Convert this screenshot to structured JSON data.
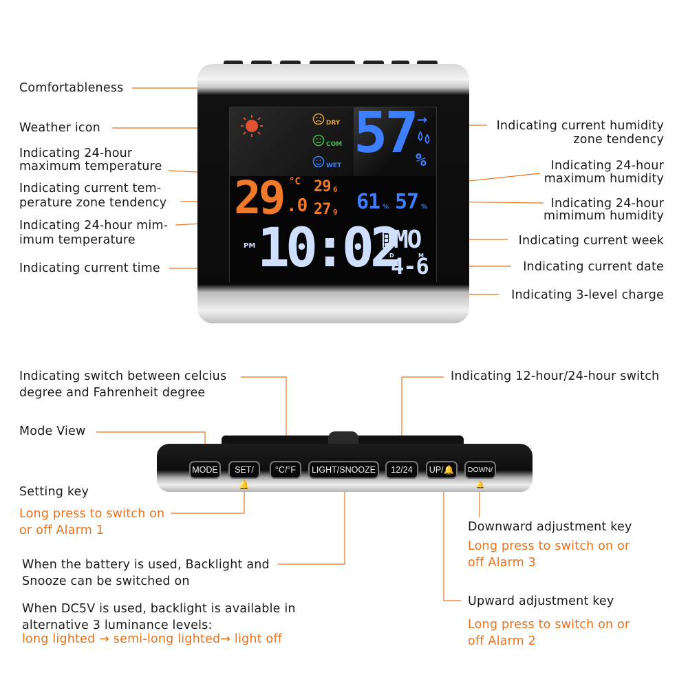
{
  "top_labels_left": {
    "comfortableness": "Comfortableness",
    "weather_icon": "Weather icon",
    "max_temp_1": "Indicating 24-hour",
    "max_temp_2": "maximum temperature",
    "temp_tendency_1": "Indicating current tem-",
    "temp_tendency_2": "perature zone tendency",
    "min_temp_1": "Indicating 24-hour mim-",
    "min_temp_2": "imum temperature",
    "current_time": "Indicating current time"
  },
  "top_labels_right": {
    "humidity_tendency_1": "Indicating current humidity",
    "humidity_tendency_2": "zone tendency",
    "max_humidity_1": "Indicating 24-hour",
    "max_humidity_2": "maximum humidity",
    "min_humidity_1": "Indicating 24-hour",
    "min_humidity_2": "mimimum humidity",
    "current_week": "Indicating current week",
    "current_date": "Indicating current date",
    "charge": "Indicating 3-level charge"
  },
  "display": {
    "comfort_dry": "DRY",
    "comfort_com": "COM",
    "comfort_wet": "WET",
    "humidity_main": "57",
    "humidity_percent": "%",
    "humidity_max": "61",
    "humidity_min": "57",
    "temp_main": "29",
    "temp_decimal": ".0",
    "temp_unit": "°C",
    "temp_max": "29",
    "temp_max_dec": "6",
    "temp_min": "27",
    "temp_min_dec": "9",
    "pm": "PM",
    "time": "10:02",
    "week": "MO",
    "date_d": "D",
    "date_m": "M",
    "date": "4-6"
  },
  "bottom_labels": {
    "celsius_1": "Indicating switch between celcius",
    "celsius_2": "degree and Fahrenheit degree",
    "hour_switch": "Indicating 12-hour/24-hour switch",
    "mode_view": "Mode View",
    "setting_key": "Setting key",
    "alarm1_1": "Long press to switch on",
    "alarm1_2": "or off Alarm 1",
    "backlight_1": "When the battery is used, Backlight and",
    "backlight_2": "Snooze can be switched on",
    "dc_1": "When DC5V is used,  backlight is available in",
    "dc_2": "alternative 3 luminance levels:",
    "dc_3": "long lighted →  semi-long lighted→ light off",
    "down_key": "Downward adjustment key",
    "alarm3_1": "Long press to switch on or",
    "alarm3_2": "off Alarm 3",
    "up_key": "Upward adjustment key",
    "alarm2_1": "Long press to switch on or",
    "alarm2_2": "off Alarm 2"
  },
  "keys": {
    "mode": "MODE",
    "set": "SET/🔔",
    "cf": "°C/°F",
    "light": "LIGHT/SNOOZE",
    "hour": "12/24",
    "up": "UP/🔔",
    "down": "DOWN/🔔"
  },
  "colors": {
    "leader": "#e8721c",
    "orange_text": "#e8721c",
    "temp_digits": "#f07a2a",
    "humidity_digits": "#3d7fff",
    "time_digits": "#cfe0ff"
  }
}
